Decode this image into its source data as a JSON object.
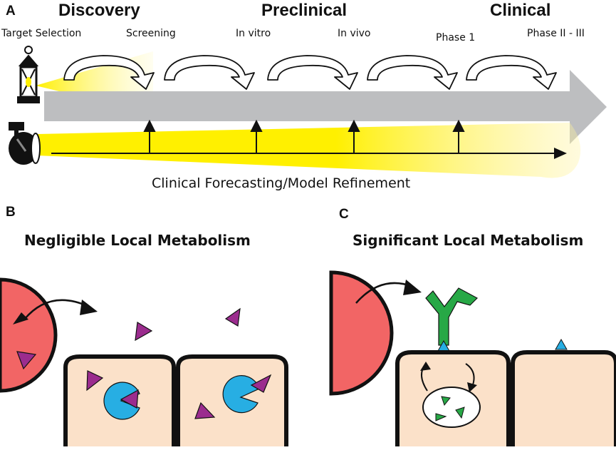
{
  "panel_a": {
    "label": "A",
    "phases": [
      "Discovery",
      "Preclinical",
      "Clinical"
    ],
    "stages": [
      "Target Selection",
      "Screening",
      "In vitro",
      "In vivo",
      "Phase 1",
      "Phase II - III"
    ],
    "forecast": "Clinical Forecasting/Model Refinement"
  },
  "panel_b": {
    "label": "B",
    "title": "Negligible Local Metabolism"
  },
  "panel_c": {
    "label": "C",
    "title": "Significant Local Metabolism"
  },
  "colors": {
    "pipeline_arrow": "#bdbec0",
    "beam": "#ffee00",
    "cell_fill": "#fbe1c9",
    "blood_cell": "#f26565",
    "drug": "#9b2c8e",
    "enzyme": "#27aee3",
    "receptor": "#27a846",
    "metabolite": "#27a846"
  },
  "icons": [
    "lantern-icon",
    "flashlight-icon"
  ]
}
